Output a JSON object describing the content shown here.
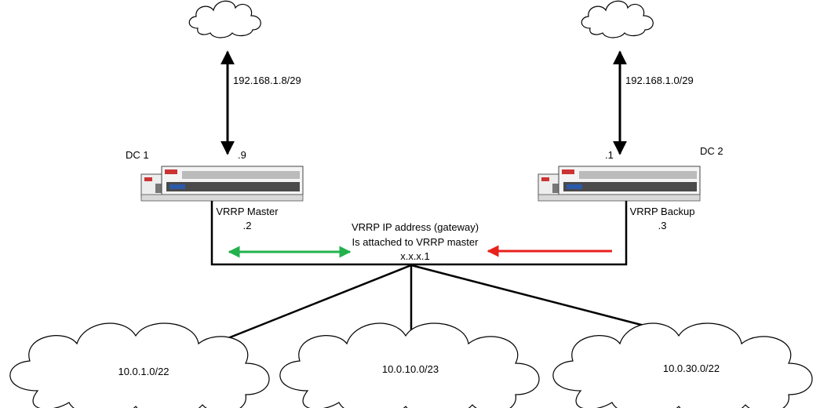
{
  "wan_links": {
    "dc1_subnet": "192.168.1.8/29",
    "dc2_subnet": "192.168.1.0/29"
  },
  "dc1": {
    "name": "DC 1",
    "wan_ip": ".9",
    "role": "VRRP Master",
    "lan_ip": ".2"
  },
  "dc2": {
    "name": "DC 2",
    "wan_ip": ".1",
    "role": "VRRP Backup",
    "lan_ip": ".3"
  },
  "vrrp": {
    "line1": "VRRP IP address (gateway)",
    "line2": "Is attached to VRRP master",
    "line3": "x.x.x.1"
  },
  "lan_networks": [
    "10.0.1.0/22",
    "10.0.10.0/23",
    "10.0.30.0/22"
  ],
  "colors": {
    "line": "#000000",
    "active_arrow": "#22b14c",
    "backup_arrow": "#e8211c",
    "device_body": "#f2f2f2",
    "device_edge": "#555555"
  }
}
